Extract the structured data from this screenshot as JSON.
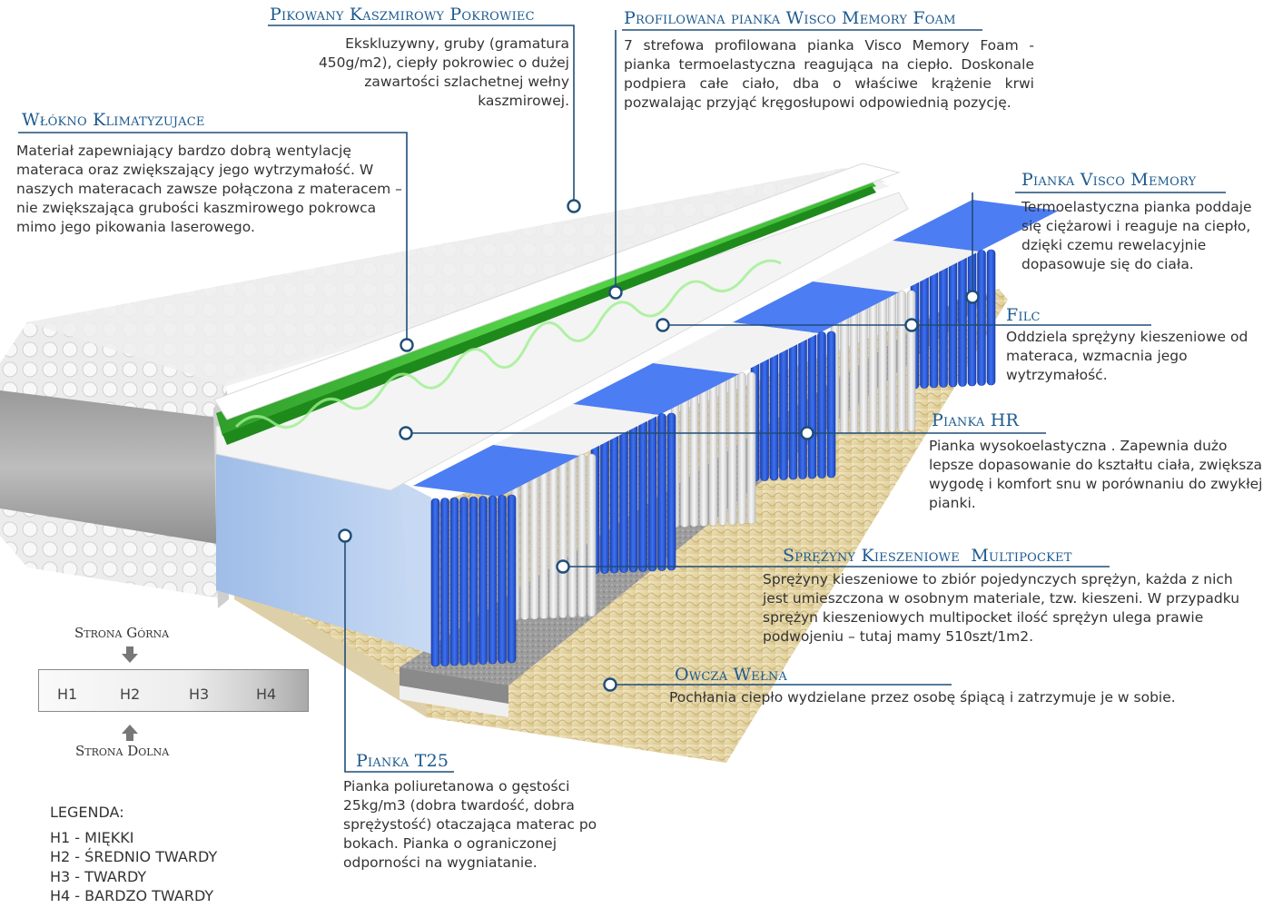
{
  "callouts": {
    "pokrowiec": {
      "title": "Pikowany Kaszmirowy Pokrowiec",
      "desc": "Ekskluzywny, gruby (gramatura 450g/m2), ciepły pokrowiec o dużej zawartości szlachetnej wełny kaszmirowej."
    },
    "visco_profil": {
      "title": "Profilowana pianka Wisco Memory Foam",
      "desc": "7 strefowa profilowana pianka Visco Memory Foam - pianka termoelastyczna reagująca na ciepło. Doskonale podpiera całe ciało, dba o właściwe krążenie krwi pozwalając przyjąć kręgosłupowi odpowiednią pozycję."
    },
    "wlokno": {
      "title": "Włókno Klimatyzujace",
      "desc": "Materiał zapewniający bardzo dobrą wentylację materaca oraz zwiększający jego wytrzymałość. W naszych materacach zawsze połączona z materacem – nie zwiększająca grubości kaszmirowego pokrowca mimo jego pikowania laserowego."
    },
    "visco": {
      "title": "Pianka Visco Memory",
      "desc": "Termoelastyczna pianka poddaje się ciężarowi i reaguje na ciepło, dzięki czemu rewelacyjnie dopasowuje się do ciała."
    },
    "filc": {
      "title": "Filc",
      "desc": "Oddziela sprężyny kieszeniowe od materaca, wzmacnia jego wytrzymałość."
    },
    "hr": {
      "title": "Pianka HR",
      "desc": "Pianka wysokoelastyczna . Zapewnia dużo lepsze dopasowanie do kształtu ciała, zwiększa wygodę i komfort snu w porównaniu do zwykłej pianki."
    },
    "sprezyny": {
      "title": "Sprężyny Kieszeniowe  Multipocket",
      "desc": "Sprężyny kieszeniowe to zbiór pojedynczych sprężyn, każda z nich jest umieszczona w osobnym materiale, tzw. kieszeni. W przypadku sprężyn kieszeniowych multipocket ilość sprężyn ulega prawie podwojeniu – tutaj mamy 510szt/1m2."
    },
    "welna": {
      "title": "Owcza Wełna",
      "desc": "Pochłania ciepło wydzielane przez osobę śpiącą i zatrzymuje je w sobie."
    },
    "t25": {
      "title": "Pianka T25",
      "desc": "Pianka poliuretanowa o gęstości 25kg/m3 (dobra twardość, dobra sprężystość) otaczająca materac po bokach. Pianka o ograniczonej odporności na wygniatanie."
    }
  },
  "hardness": {
    "top_label": "Strona Górna",
    "bottom_label": "Strona Dolna",
    "levels": [
      "H1",
      "H2",
      "H3",
      "H4"
    ]
  },
  "legend": {
    "heading": "LEGENDA:",
    "items": [
      "H1 - MIĘKKI",
      "H2 - ŚREDNIO TWARDY",
      "H3 - TWARDY",
      "H4 - BARDZO TWARDY"
    ]
  },
  "colors": {
    "title_blue": "#1d5a8f",
    "leader_line": "#1f4d78",
    "spring_blue": "#2a5bd7",
    "spring_white": "#e8e8e8",
    "visco_green": "#46c93a",
    "wool": "#e9dcb4",
    "t25_foam": "#a9c4ea"
  }
}
